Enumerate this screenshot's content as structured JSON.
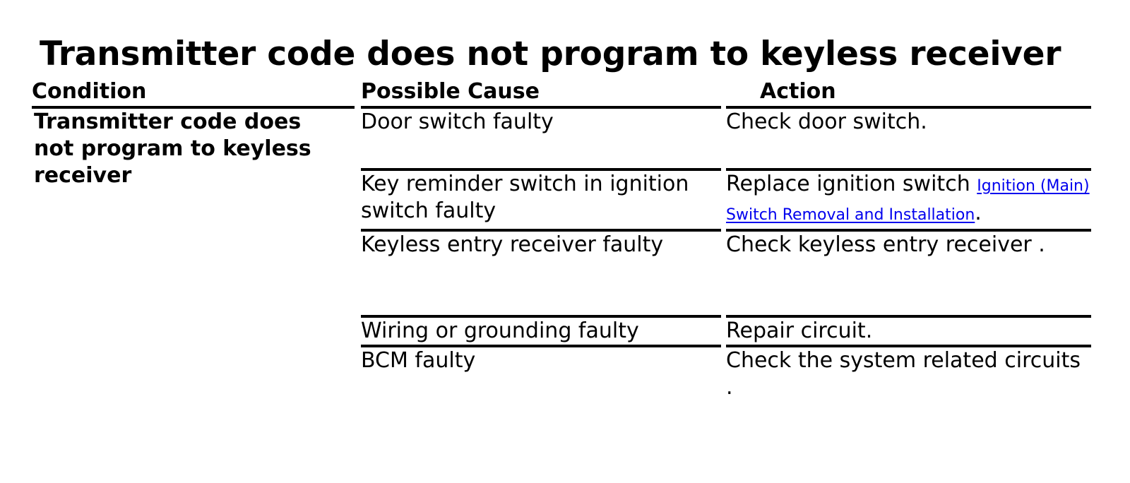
{
  "document": {
    "title": "Transmitter code does not program to keyless receiver"
  },
  "table": {
    "headers": {
      "condition": "Condition",
      "possible_cause": "Possible Cause",
      "action": "Action"
    },
    "condition_label": "Transmitter code does not program to keyless receiver",
    "rows": [
      {
        "possible_cause": "Door switch faulty",
        "action_text": "Check door switch.",
        "action_link": "",
        "action_suffix": ""
      },
      {
        "possible_cause": "Key reminder switch in ignition switch faulty",
        "action_text": "Replace ignition switch ",
        "action_link": "Ignition (Main) Switch Removal and Installation",
        "action_suffix": "."
      },
      {
        "possible_cause": "Keyless entry receiver faulty",
        "action_text": "Check keyless entry receiver",
        "action_link": "",
        "action_suffix": " ."
      },
      {
        "possible_cause": "Wiring or grounding faulty",
        "action_text": "Repair circuit.",
        "action_link": "",
        "action_suffix": ""
      },
      {
        "possible_cause": "BCM faulty",
        "action_text": "Check the system related circuits",
        "action_link": "",
        "action_suffix": " ."
      }
    ]
  },
  "colors": {
    "text": "#000000",
    "background": "#ffffff",
    "rule": "#000000"
  }
}
